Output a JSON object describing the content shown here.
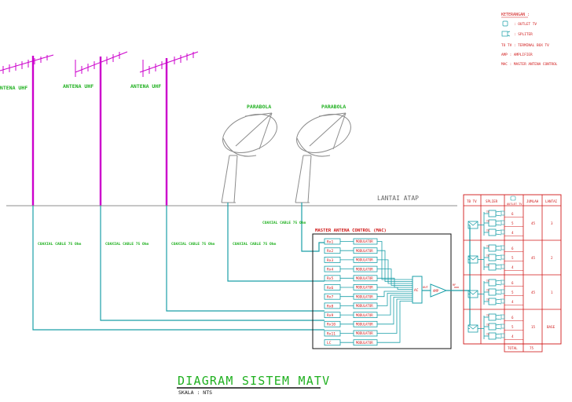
{
  "antennas": {
    "uhf1_label": "ANTENA UHF",
    "uhf2_label": "ANTENA UHF",
    "uhf3_label": "ANTENA UHF",
    "dish1_label": "PARABOLA",
    "dish2_label": "PARABOLA"
  },
  "roof_label": "LANTAI ATAP",
  "cables": {
    "coax1": "COAXIAL CABLE 75 Ohm",
    "coax2": "COAXIAL CABLE 75 Ohm",
    "coax3": "COAXIAL CABLE 75 Ohm",
    "coax4": "COAXIAL CABLE 75 Ohm",
    "coax5": "COAXIAL CABLE 75 Ohm"
  },
  "mac": {
    "title": "MASTER ANTENA CONTROL (MAC)",
    "receivers": [
      "Rx1",
      "Rx2",
      "Rx3",
      "Rx4",
      "Rx5",
      "Rx6",
      "Rx7",
      "Rx8",
      "Rx9",
      "Rx10",
      "Rx11",
      "LC"
    ],
    "modulator_label": "MODULATOR",
    "combiner_label": "AC",
    "amp_label": "AMP"
  },
  "legend": {
    "title": "KETERANGAN :",
    "items": [
      ": OUTLET TV",
      ": SPLITER",
      "TO TV : TERMINAL BOX TV",
      "AMP : AMPLIFIER",
      "MAC : MASTER ANTENA CONTROL"
    ]
  },
  "table": {
    "headers": [
      "TB TV",
      "SPLIER",
      "OUTLET TV",
      "JUMLAH",
      "LANTAI"
    ],
    "rows": [
      {
        "outlets": [
          "6",
          "5",
          "4"
        ],
        "jumlah": "45",
        "lantai": "3"
      },
      {
        "outlets": [
          "6",
          "5",
          "4"
        ],
        "jumlah": "45",
        "lantai": "2"
      },
      {
        "outlets": [
          "6",
          "5",
          "4"
        ],
        "jumlah": "45",
        "lantai": "1"
      },
      {
        "outlets": [
          "6",
          "5",
          "4"
        ],
        "jumlah": "15",
        "lantai": "BASE"
      }
    ],
    "total_label": "TOTAL",
    "total_value": "75"
  },
  "title": "DIAGRAM SISTEM MATV",
  "scale": "SKALA   :  NTS",
  "colors": {
    "magenta": "#cc00cc",
    "cyan": "#1a9fa8",
    "green": "#1fb01f",
    "red": "#d01818",
    "gray": "#8c8c8c",
    "black": "#111111"
  }
}
